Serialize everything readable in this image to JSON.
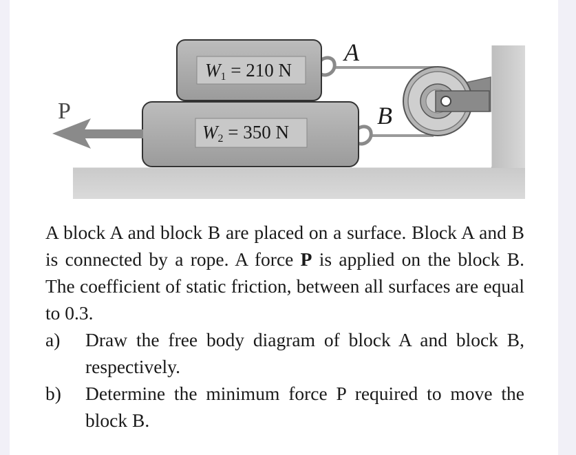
{
  "figure": {
    "force_label": "P",
    "block_top_label": "W",
    "block_top_sub": "1",
    "block_top_value": " = 210 N",
    "block_bottom_label": "W",
    "block_bottom_sub": "2",
    "block_bottom_value": " = 350 N",
    "rope_label_a": "A",
    "rope_label_b": "B"
  },
  "problem": {
    "intro_part1": "A block A and block B are placed on a surface. Block A and B is connected by a rope. A force ",
    "intro_bold": "P",
    "intro_part2": " is applied on the block B. The coefficient of static friction, between all surfaces are equal to 0.3.",
    "questions": [
      {
        "label": "a)",
        "text": "Draw the free body diagram of block A and block B, respectively."
      },
      {
        "label": "b)",
        "text": "Determine the minimum force P required to move the block B."
      }
    ]
  }
}
